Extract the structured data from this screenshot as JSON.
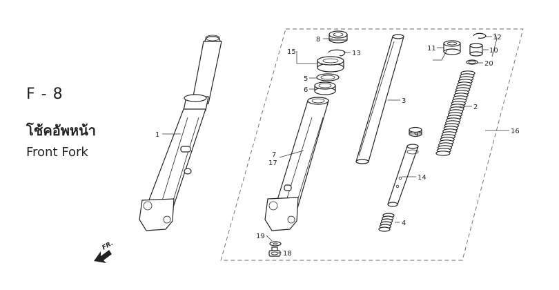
{
  "header": {
    "code": "F - 8",
    "title_thai": "โช้คอัพหน้า",
    "title_english": "Front Fork"
  },
  "direction_marker": {
    "label": "FR.",
    "icon": "front-direction-arrow-icon"
  },
  "callouts": {
    "c1": "1",
    "c2": "2",
    "c3": "3",
    "c4": "4",
    "c5": "5",
    "c6": "6",
    "c7": "7",
    "c8": "8",
    "c9": "9",
    "c10": "10",
    "c11": "11",
    "c12": "12",
    "c13": "13",
    "c14": "14",
    "c15": "15",
    "c16": "16",
    "c17": "17",
    "c18": "18",
    "c19": "19",
    "c20": "20"
  }
}
